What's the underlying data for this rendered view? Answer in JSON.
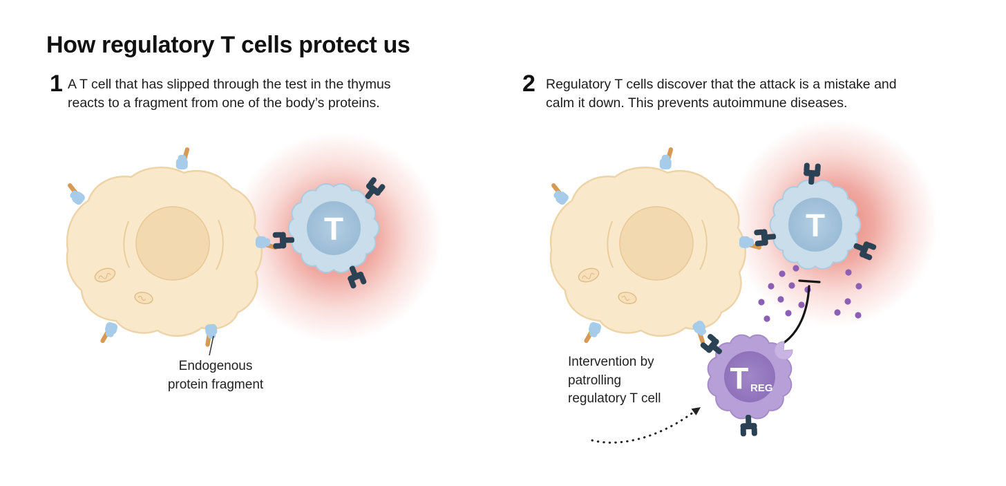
{
  "title": "How regulatory T cells protect us",
  "steps": [
    {
      "number": "1",
      "caption_lines": [
        "A T cell that has slipped through the test in the thymus",
        "reacts to a fragment from one of the body’s proteins."
      ]
    },
    {
      "number": "2",
      "caption_lines": [
        "Regulatory T cells discover that the attack is a mistake and",
        "calm it down. This prevents autoimmune diseases."
      ]
    }
  ],
  "figure_labels": {
    "endogenous_fragment": [
      "Endogenous",
      "protein fragment"
    ],
    "treg_intervention": [
      "Intervention by",
      "patrolling",
      "regulatory T cell"
    ]
  },
  "cell_labels": {
    "t_cell": "T",
    "treg_main": "T",
    "treg_sub": "REG"
  },
  "colors": {
    "body_cell_fill": "#FAE8CA",
    "body_cell_outline": "#EDD3A8",
    "nucleus_fill": "#F3D9AF",
    "t_cell_fill": "#C9DDEB",
    "t_cell_rim": "#ADCBE0",
    "t_cell_inner": "#A3C2DA",
    "treg_fill": "#B7A0D8",
    "treg_rim": "#A58CC8",
    "treg_inner": "#9678BE",
    "receptor_navy": "#2B4254",
    "mhc_blue": "#A6CCEA",
    "fragment_tan": "#D69A55",
    "alarm_red": "#E05243",
    "cytokine_purple": "#8C5FB5",
    "label_text": "#222222"
  }
}
